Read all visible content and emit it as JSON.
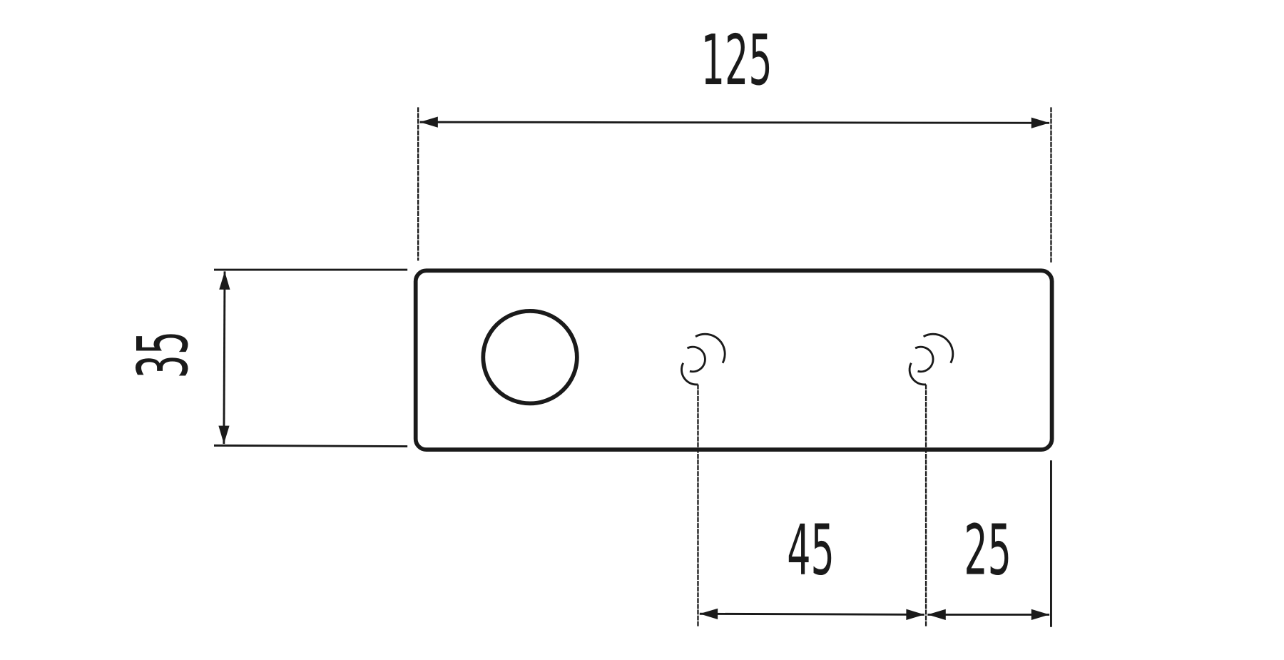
{
  "drawing": {
    "dimensions": {
      "overall_length": "125",
      "height": "35",
      "hole_spacing": "45",
      "end_offset": "25"
    },
    "colors": {
      "line": "#1a1a1a",
      "background": "#ffffff"
    }
  }
}
